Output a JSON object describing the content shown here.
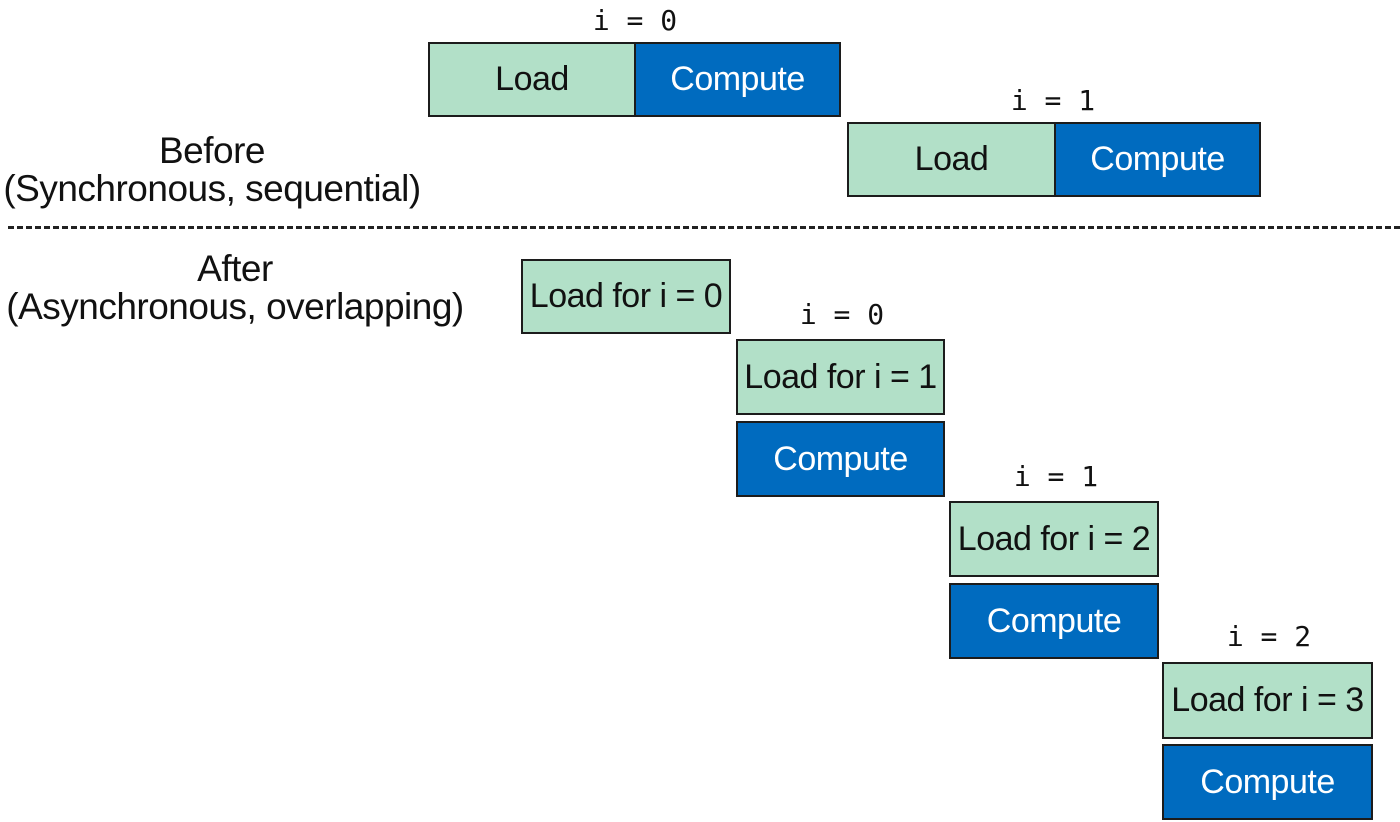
{
  "before": {
    "title": "Before",
    "subtitle": "(Synchronous, sequential)",
    "iterations": [
      {
        "label": "i = 0",
        "load": "Load",
        "compute": "Compute"
      },
      {
        "label": "i = 1",
        "load": "Load",
        "compute": "Compute"
      }
    ]
  },
  "after": {
    "title": "After",
    "subtitle": "(Asynchronous, overlapping)",
    "prologue_load": "Load for i = 0",
    "iterations": [
      {
        "label": "i = 0",
        "load": "Load for i = 1",
        "compute": "Compute"
      },
      {
        "label": "i = 1",
        "load": "Load for i = 2",
        "compute": "Compute"
      },
      {
        "label": "i = 2",
        "load": "Load for i = 3",
        "compute": "Compute"
      }
    ]
  },
  "colors": {
    "load": "#b2e0c8",
    "compute": "#006bbf",
    "border": "#1c1c1c"
  }
}
